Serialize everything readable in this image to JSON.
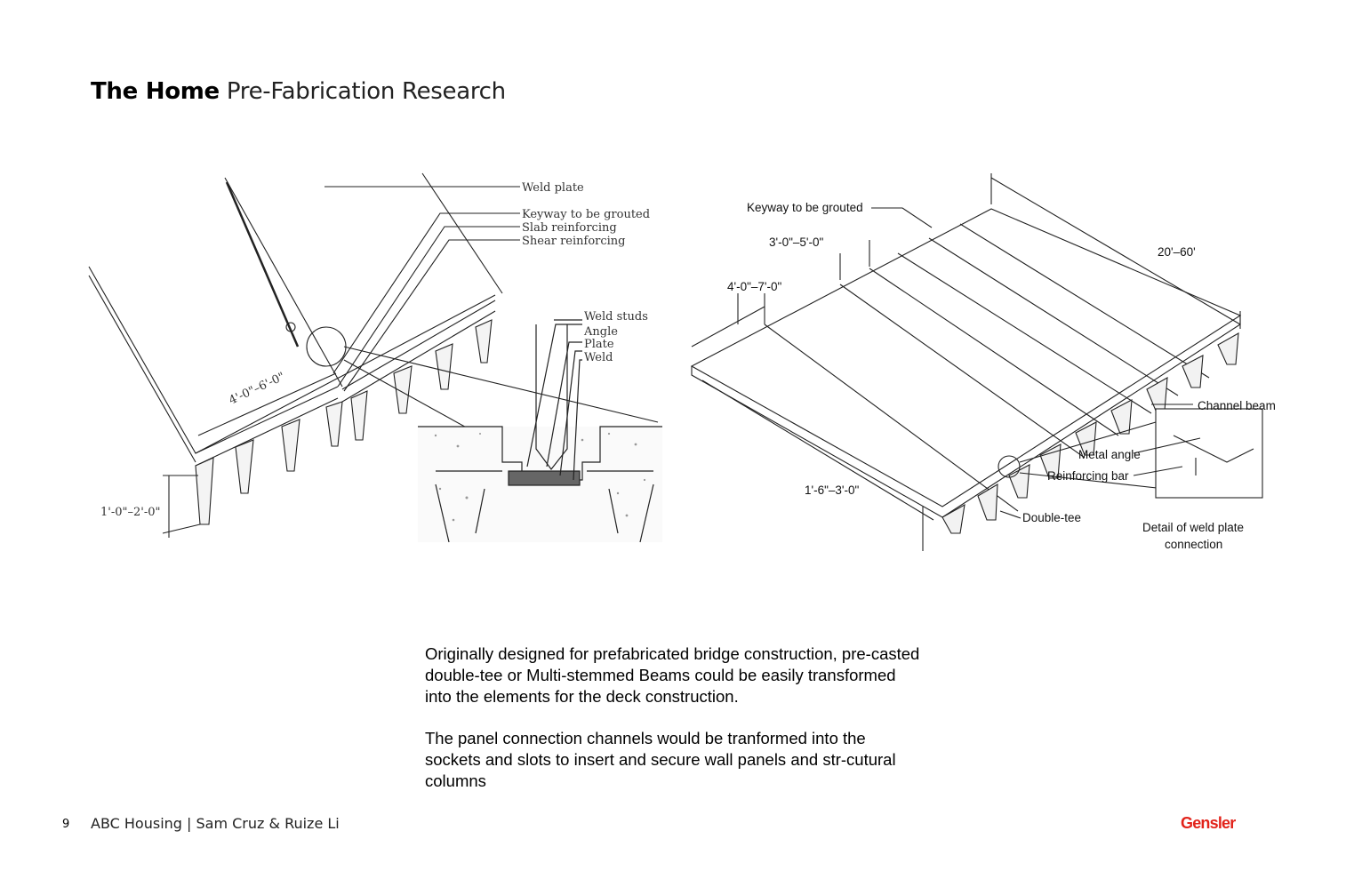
{
  "header": {
    "title_bold": "The Home",
    "title_light": "Pre-Fabrication Research"
  },
  "left_diagram": {
    "labels": {
      "weld_plate": "Weld plate",
      "keyway": "Keyway to be grouted",
      "slab_reinforcing": "Slab reinforcing",
      "shear_reinforcing": "Shear reinforcing",
      "weld_studs": "Weld studs",
      "angle": "Angle",
      "plate": "Plate",
      "weld": "Weld",
      "width_dim": "4'-0\"–6'-0\"",
      "depth_dim": "1'-0\"–2'-0\""
    }
  },
  "right_diagram": {
    "labels": {
      "keyway": "Keyway to be grouted",
      "dim_a": "3'-0\"–5'-0\"",
      "dim_b": "4'-0\"–7'-0\"",
      "span": "20'–60'",
      "channel_beam": "Channel beam",
      "metal_angle": "Metal angle",
      "reinforcing_bar": "Reinforcing bar",
      "depth": "1'-6\"–3'-0\"",
      "double_tee": "Double-tee",
      "detail_line1": "Detail of weld plate",
      "detail_line2": "connection"
    }
  },
  "body": {
    "paragraph1": "Originally designed for prefabricated bridge construction, pre-casted double-tee or Multi-stemmed Beams could be easily transformed into the elements for the deck construction.",
    "paragraph2": "The panel connection channels would be tranformed into the sockets and slots to insert and secure wall panels and str-cutural columns"
  },
  "footer": {
    "page_number": "9",
    "project": "ABC Housing | Sam Cruz & Ruize Li",
    "logo": "Gensler"
  },
  "colors": {
    "logo_red": "#e2231a"
  }
}
